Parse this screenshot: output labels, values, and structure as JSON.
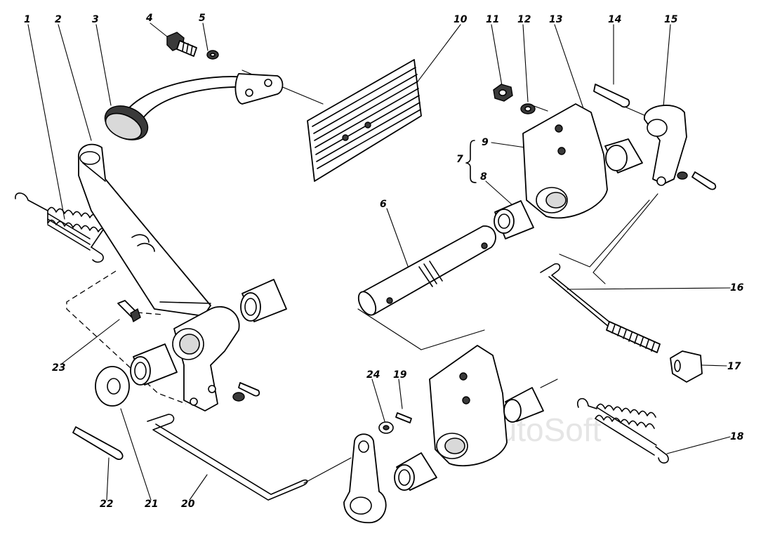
{
  "callouts": [
    "1",
    "2",
    "3",
    "4",
    "5",
    "6",
    "7",
    "8",
    "9",
    "10",
    "11",
    "12",
    "13",
    "14",
    "15",
    "16",
    "17",
    "18",
    "19",
    "20",
    "21",
    "22",
    "23",
    "24"
  ],
  "watermark": "AutoSoft",
  "colors": {
    "ink": "#000000",
    "paper": "#ffffff",
    "shade": "#d9d9d9",
    "watermark": "#cfcfcf"
  }
}
